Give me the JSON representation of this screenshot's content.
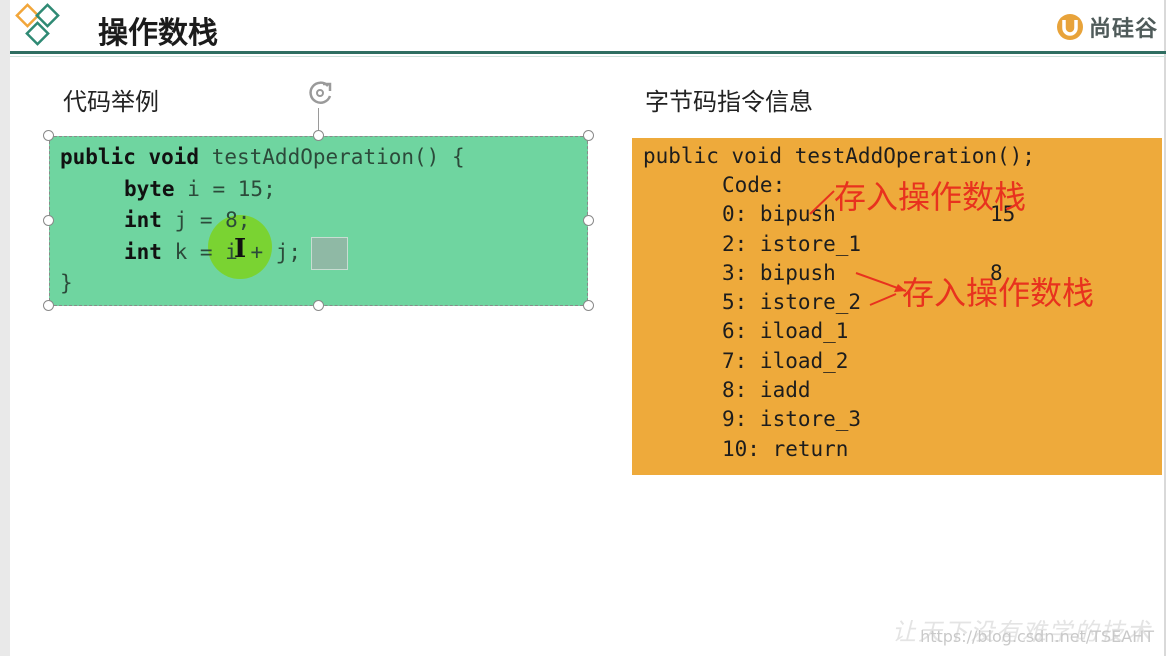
{
  "header": {
    "title": "操作数栈",
    "brand": "尚硅谷",
    "brand_icon": "u-badge-icon",
    "accent": "#2f6e61"
  },
  "left_panel": {
    "label": "代码举例",
    "box_color": "#6fd5a0",
    "code": {
      "line1_kw": "public void",
      "line1_rest": " testAddOperation() {",
      "line2_kw": "byte",
      "line2_rest": " i = 15;",
      "line3_kw": "int",
      "line3_rest": " j = 8;",
      "line4_kw": "int",
      "line4_pre": " k = ",
      "line4_mid": "i + ",
      "line4_sel": "j;",
      "line5": "}"
    }
  },
  "right_panel": {
    "label": "字节码指令信息",
    "box_color": "#eeaa3b",
    "header": "public void testAddOperation();",
    "code_label": "Code:",
    "instructions": [
      "0: bipush",
      "2: istore_1",
      "3: bipush",
      "5: istore_2",
      "6: iload_1",
      "7: iload_2",
      "8: iadd",
      "9: istore_3",
      "10: return"
    ],
    "operand_0": "15",
    "operand_3": "8",
    "annotation_1": "存入操作数栈",
    "annotation_2": "存入操作数栈",
    "annotation_color": "#e8321e"
  },
  "watermark": {
    "url": "https://blog.csdn.net/TSEAHT",
    "slogan": "让天下没有难学的技术"
  }
}
